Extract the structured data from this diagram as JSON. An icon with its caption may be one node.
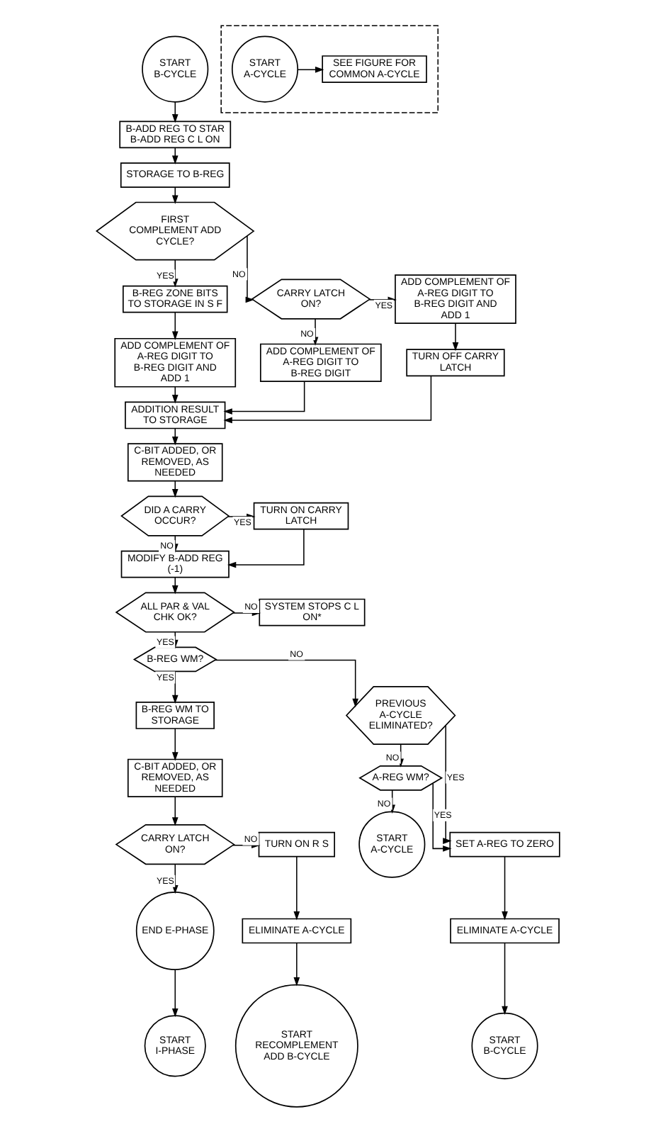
{
  "diagram": {
    "nodes": [
      {
        "text": [
          "START B-CYCLE"
        ]
      },
      {
        "text": [],
        "shape": "box"
      },
      {
        "text": [
          "START A-CYCLE"
        ],
        "in": 1
      },
      {
        "text": [
          "SEE FIGURE FOR COMMON A-CYCLE"
        ],
        "in": 1
      },
      {
        "text": [
          "B-ADD REG TO STAR B-ADD REG C L ON"
        ]
      },
      {
        "text": [
          "STORAGE TO B-REG"
        ]
      },
      {
        "text": [
          "FIRST COMPLEMENT ADD CYCLE?"
        ]
      },
      {
        "text": [
          "B-REG ZONE BITS TO STORAGE IN S F"
        ]
      },
      {
        "text": [
          "CARRY LATCH ON?"
        ]
      },
      {
        "text": [
          "ADD COMPLEMENT OF A-REG DIGIT TO B-REG DIGIT AND ADD 1"
        ]
      },
      {
        "text": [
          "ADD COMPLEMENT OF A-REG DIGIT TO B-REG DIGIT AND ADD 1"
        ]
      },
      {
        "text": [
          "ADD COMPLEMENT OF A-REG DIGIT TO B-REG DIGIT"
        ]
      },
      {
        "text": [
          "TURN OFF CARRY LATCH"
        ]
      },
      {
        "text": [
          "ADDITION RESULT TO STORAGE"
        ]
      },
      {
        "text": [
          "C-BIT ADDED, OR REMOVED, AS NEEDED"
        ]
      },
      {
        "text": [
          "DID A CARRY OCCUR?"
        ]
      },
      {
        "text": [
          "TURN ON CARRY LATCH"
        ]
      },
      {
        "text": [
          "MODIFY B-ADD REG (-1)"
        ]
      },
      {
        "text": [
          "ALL PAR & VAL CHK OK?"
        ]
      },
      {
        "text": [
          "SYSTEM STOPS C L ON*"
        ]
      },
      {
        "text": [
          "B-REG WM?"
        ]
      },
      {
        "text": [
          "PREVIOUS A-CYCLE ELIMINATED?"
        ]
      },
      {
        "text": [
          "B-REG WM TO STORAGE"
        ]
      },
      {
        "text": [
          "A-REG WM?"
        ]
      },
      {
        "text": [
          "C-BIT ADDED, OR REMOVED, AS NEEDED"
        ]
      },
      {
        "text": [
          "CARRY LATCH ON?"
        ]
      },
      {
        "text": [
          "TURN ON R S"
        ]
      },
      {
        "text": [
          "START A-CYCLE"
        ]
      },
      {
        "text": [
          "SET A-REG TO ZERO"
        ]
      },
      {
        "text": [
          "END E-PHASE"
        ]
      },
      {
        "text": [
          "ELIMINATE A-CYCLE"
        ]
      },
      {
        "text": [
          "ELIMINATE A-CYCLE"
        ]
      },
      {
        "text": [
          "START I-PHASE"
        ]
      },
      {
        "text": [
          "START RECOMPLEMENT ADD B-CYCLE"
        ]
      },
      {
        "text": [
          "START B-CYCLE"
        ]
      }
    ],
    "edges": [
      {
        "from": 0,
        "to": 4,
        "arrow": "to"
      },
      {
        "from": 2,
        "to": 3,
        "arrow": "to"
      },
      {
        "from": 4,
        "to": 5,
        "arrow": "to"
      },
      {
        "from": 5,
        "to": 6,
        "arrow": "to"
      },
      {
        "from": 6,
        "to": 8,
        "arrow": "to",
        "label": "NO"
      },
      {
        "from": 6,
        "to": 7,
        "arrow": "to",
        "label": "YES"
      },
      {
        "from": 8,
        "to": 9,
        "arrow": "to",
        "label": "YES"
      },
      {
        "from": 8,
        "to": 11,
        "arrow": "to",
        "label": "NO"
      },
      {
        "from": 7,
        "to": 10,
        "arrow": "to"
      },
      {
        "from": 9,
        "to": 12,
        "arrow": "to"
      },
      {
        "from": 10,
        "to": 13,
        "arrow": "to"
      },
      {
        "from": 11,
        "to": 13,
        "arrow": "to"
      },
      {
        "from": 12,
        "to": 13,
        "arrow": "to"
      },
      {
        "from": 13,
        "to": 14,
        "arrow": "to"
      },
      {
        "from": 14,
        "to": 15,
        "arrow": "to"
      },
      {
        "from": 15,
        "to": 16,
        "arrow": "to",
        "label": "YES"
      },
      {
        "from": 15,
        "to": 17,
        "arrow": "to",
        "label": "NO"
      },
      {
        "from": 16,
        "to": 17,
        "arrow": "to"
      },
      {
        "from": 17,
        "to": 18,
        "arrow": "to"
      },
      {
        "from": 18,
        "to": 19,
        "arrow": "to",
        "label": "NO"
      },
      {
        "from": 18,
        "to": 20,
        "arrow": "to",
        "label": "YES"
      },
      {
        "from": 20,
        "to": 21,
        "arrow": "to",
        "label": "NO"
      },
      {
        "from": 20,
        "to": 22,
        "arrow": "to",
        "label": "YES"
      },
      {
        "from": 21,
        "to": 28,
        "arrow": "to",
        "label": "YES"
      },
      {
        "from": 21,
        "to": 23,
        "arrow": "to",
        "label": "NO"
      },
      {
        "from": 22,
        "to": 24,
        "arrow": "to"
      },
      {
        "from": 23,
        "to": 28,
        "arrow": "to",
        "label": "YES"
      },
      {
        "from": 23,
        "to": 27,
        "arrow": "to",
        "label": "NO"
      },
      {
        "from": 24,
        "to": 25,
        "arrow": "to"
      },
      {
        "from": 25,
        "to": 26,
        "arrow": "to",
        "label": "NO"
      },
      {
        "from": 25,
        "to": 29,
        "arrow": "to",
        "label": "YES"
      },
      {
        "from": 26,
        "to": 30,
        "arrow": "to"
      },
      {
        "from": 28,
        "to": 31,
        "arrow": "to"
      },
      {
        "from": 30,
        "to": 33,
        "arrow": "to"
      },
      {
        "from": 31,
        "to": 34,
        "arrow": "to"
      },
      {
        "from": 29,
        "to": 32,
        "arrow": "to"
      }
    ]
  }
}
